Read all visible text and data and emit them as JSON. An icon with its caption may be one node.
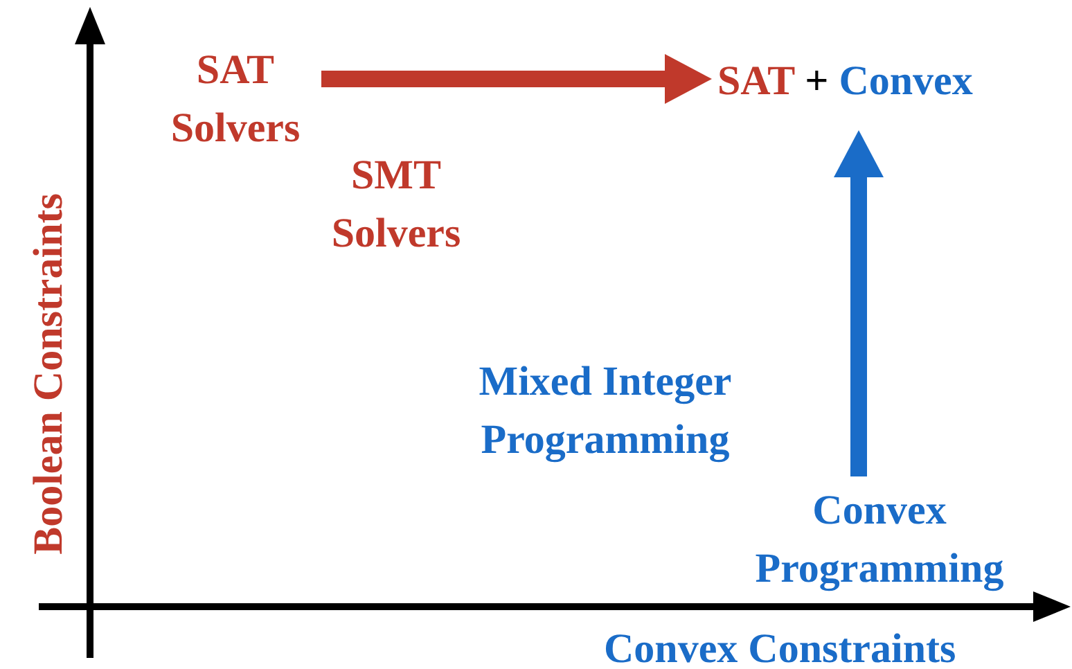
{
  "diagram": {
    "nodes": [
      {
        "text": [
          "SAT Solvers"
        ]
      },
      {
        "text": [
          "SAT",
          "+",
          "Convex"
        ]
      },
      {
        "text": [
          "SMT Solvers"
        ]
      },
      {
        "text": [
          "Mixed Integer Programming"
        ]
      },
      {
        "text": [
          "Convex Programming"
        ]
      }
    ],
    "edges": [
      {
        "from": 0,
        "to": 1,
        "arrow": "to",
        "color": "#c0392b"
      },
      {
        "from": 4,
        "to": 1,
        "arrow": "to",
        "color": "#1a6cc8"
      }
    ],
    "labels": [
      "Boolean Constraints",
      "Convex Constraints"
    ]
  }
}
